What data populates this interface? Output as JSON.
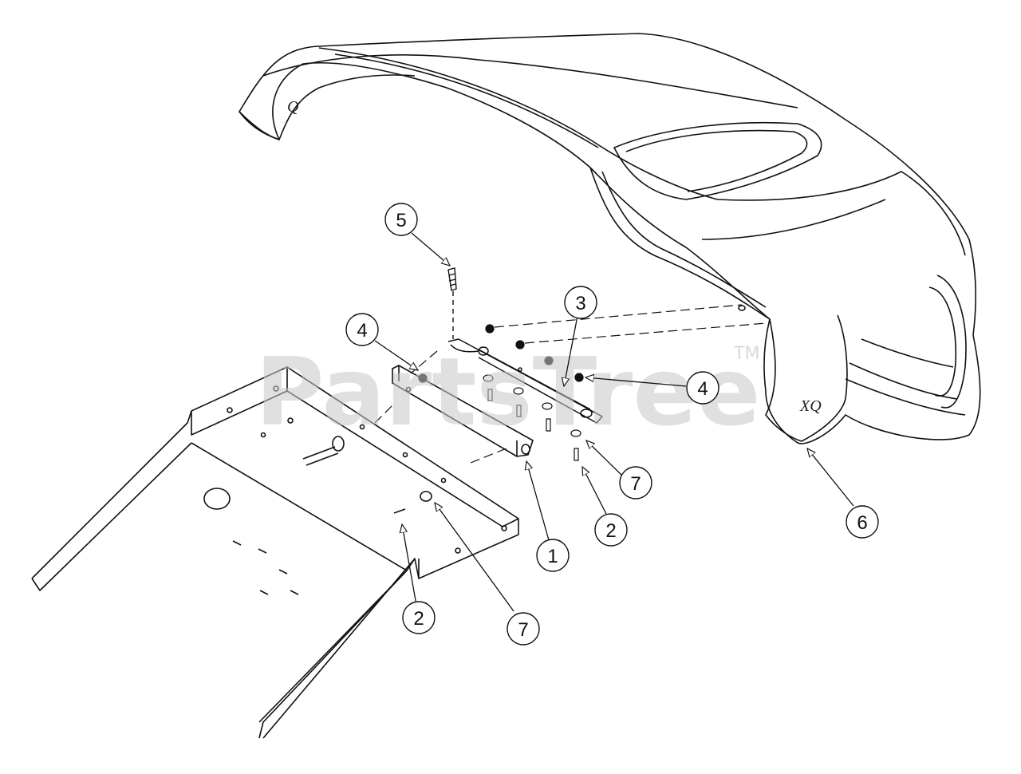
{
  "watermark": {
    "text": "PartsTree",
    "tm": "TM"
  },
  "part_marks": {
    "hood_left": "Q",
    "hood_right": "XQ"
  },
  "callouts": [
    {
      "label": "1"
    },
    {
      "label": "2"
    },
    {
      "label": "2"
    },
    {
      "label": "3"
    },
    {
      "label": "4"
    },
    {
      "label": "4"
    },
    {
      "label": "5"
    },
    {
      "label": "6"
    },
    {
      "label": "7"
    },
    {
      "label": "7"
    }
  ],
  "colors": {
    "line": "#111111",
    "watermark": "#c8c8c8",
    "background": "#ffffff"
  }
}
